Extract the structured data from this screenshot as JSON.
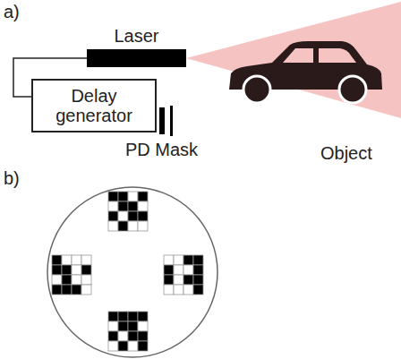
{
  "diagram": {
    "nodes": [
      {
        "text": [
          "Laser"
        ]
      },
      {
        "text": [
          "Delay generator"
        ]
      }
    ],
    "edges": [
      {
        "from": 1,
        "to": 0,
        "arrow": "none"
      }
    ],
    "labels": [
      "a)",
      "PD Mask",
      "Object",
      "b)"
    ]
  }
}
